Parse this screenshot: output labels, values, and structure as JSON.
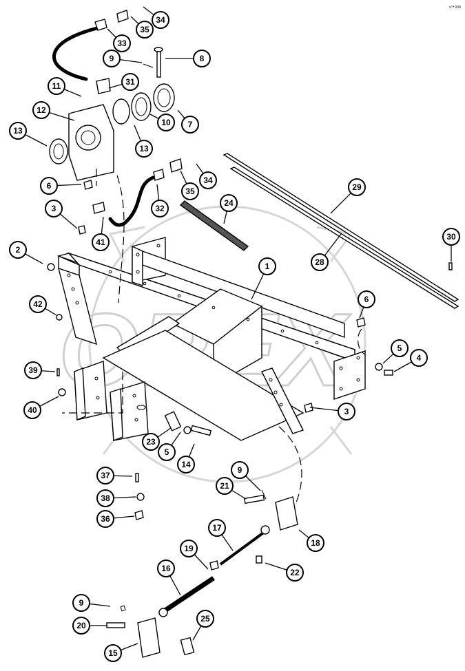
{
  "diagram": {
    "corner_code": "s™ 000",
    "watermark_text": "OPEX",
    "callouts": [
      "1",
      "2",
      "3",
      "3",
      "4",
      "5",
      "5",
      "6",
      "6",
      "7",
      "8",
      "9",
      "9",
      "9",
      "10",
      "11",
      "12",
      "13",
      "13",
      "14",
      "15",
      "16",
      "17",
      "18",
      "19",
      "20",
      "21",
      "22",
      "23",
      "24",
      "25",
      "28",
      "29",
      "30",
      "31",
      "32",
      "33",
      "34",
      "34",
      "35",
      "35",
      "36",
      "37",
      "38",
      "39",
      "40",
      "41",
      "42"
    ]
  }
}
